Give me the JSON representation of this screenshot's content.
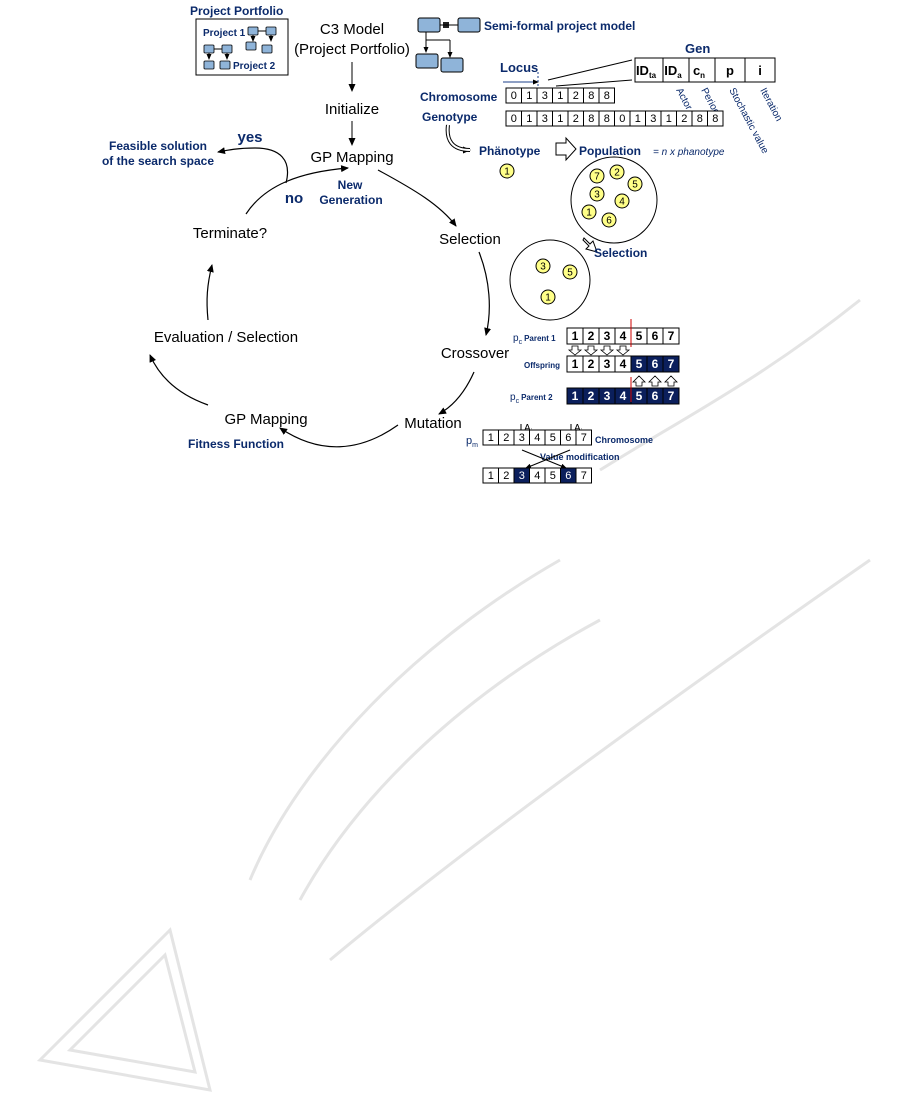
{
  "colors": {
    "navy": "#0b2a6b",
    "box_fill": "#8fb4d9",
    "node_fill": "#ffff88",
    "dark_cell": "#0b1f5c",
    "cut_line": "#cc0000",
    "watermark": "#e4e4e4"
  },
  "portfolio": {
    "title": "Project Portfolio",
    "project1": "Project 1",
    "project2": "Project 2"
  },
  "model": {
    "c3_line1": "C3 Model",
    "c3_line2": "(Project Portfolio)",
    "semi_formal": "Semi-formal project model"
  },
  "cycle": {
    "initialize": "Initialize",
    "gp_mapping_top": "GP Mapping",
    "new_generation_1": "New",
    "new_generation_2": "Generation",
    "selection": "Selection",
    "crossover": "Crossover",
    "mutation": "Mutation",
    "gp_mapping_bottom": "GP Mapping",
    "fitness_function": "Fitness Function",
    "evaluation": "Evaluation / Selection",
    "terminate": "Terminate?",
    "yes": "yes",
    "no": "no",
    "feasible_1": "Feasible solution",
    "feasible_2": "of the search space"
  },
  "genotype": {
    "locus": "Locus",
    "gen": "Gen",
    "chromosome": "Chromosome",
    "genotype": "Genotype",
    "chromosome_cells": [
      "0",
      "1",
      "3",
      "1",
      "2",
      "8",
      "8"
    ],
    "genotype_cells": [
      "0",
      "1",
      "3",
      "1",
      "2",
      "8",
      "8",
      "0",
      "1",
      "3",
      "1",
      "2",
      "8",
      "8"
    ],
    "gen_cells": [
      {
        "main": "ID",
        "sub": "ta"
      },
      {
        "main": "ID",
        "sub": "a"
      },
      {
        "main": "c",
        "sub": "n"
      },
      {
        "main": "p",
        "sub": ""
      },
      {
        "main": "i",
        "sub": ""
      }
    ],
    "gen_legend": [
      "Actor",
      "Period",
      "Stochastic value",
      "Iteration"
    ]
  },
  "population": {
    "phanotype": "Phänotype",
    "population": "Population",
    "formula": "= n x phanotype",
    "single_node": "1",
    "nodes": [
      "7",
      "2",
      "3",
      "5",
      "4",
      "1",
      "6"
    ],
    "selection_label": "Selection",
    "selected_nodes": [
      "3",
      "5",
      "1"
    ]
  },
  "crossover": {
    "pc_main": "p",
    "pc_sub": "c",
    "parent1": "Parent 1",
    "offspring": "Offspring",
    "pcx_main": "p",
    "pcx_sub": "c",
    "parent2": "Parent 2",
    "parent1_cells": [
      "1",
      "2",
      "3",
      "4",
      "5",
      "6",
      "7"
    ],
    "offspring_cells": [
      "1",
      "2",
      "3",
      "4",
      "5",
      "6",
      "7"
    ],
    "parent2_cells": [
      "1",
      "2",
      "3",
      "4",
      "5",
      "6",
      "7"
    ]
  },
  "mutation": {
    "pm_main": "p",
    "pm_sub": "m",
    "ai_main": "A",
    "ai_sub": "i",
    "aj_main": "A",
    "aj_sub": "j",
    "chromosome": "Chromosome",
    "value_modification": "Value modification",
    "before_cells": [
      "1",
      "2",
      "3",
      "4",
      "5",
      "6",
      "7"
    ],
    "after_cells": [
      "1",
      "2",
      "3",
      "4",
      "5",
      "6",
      "7"
    ]
  }
}
